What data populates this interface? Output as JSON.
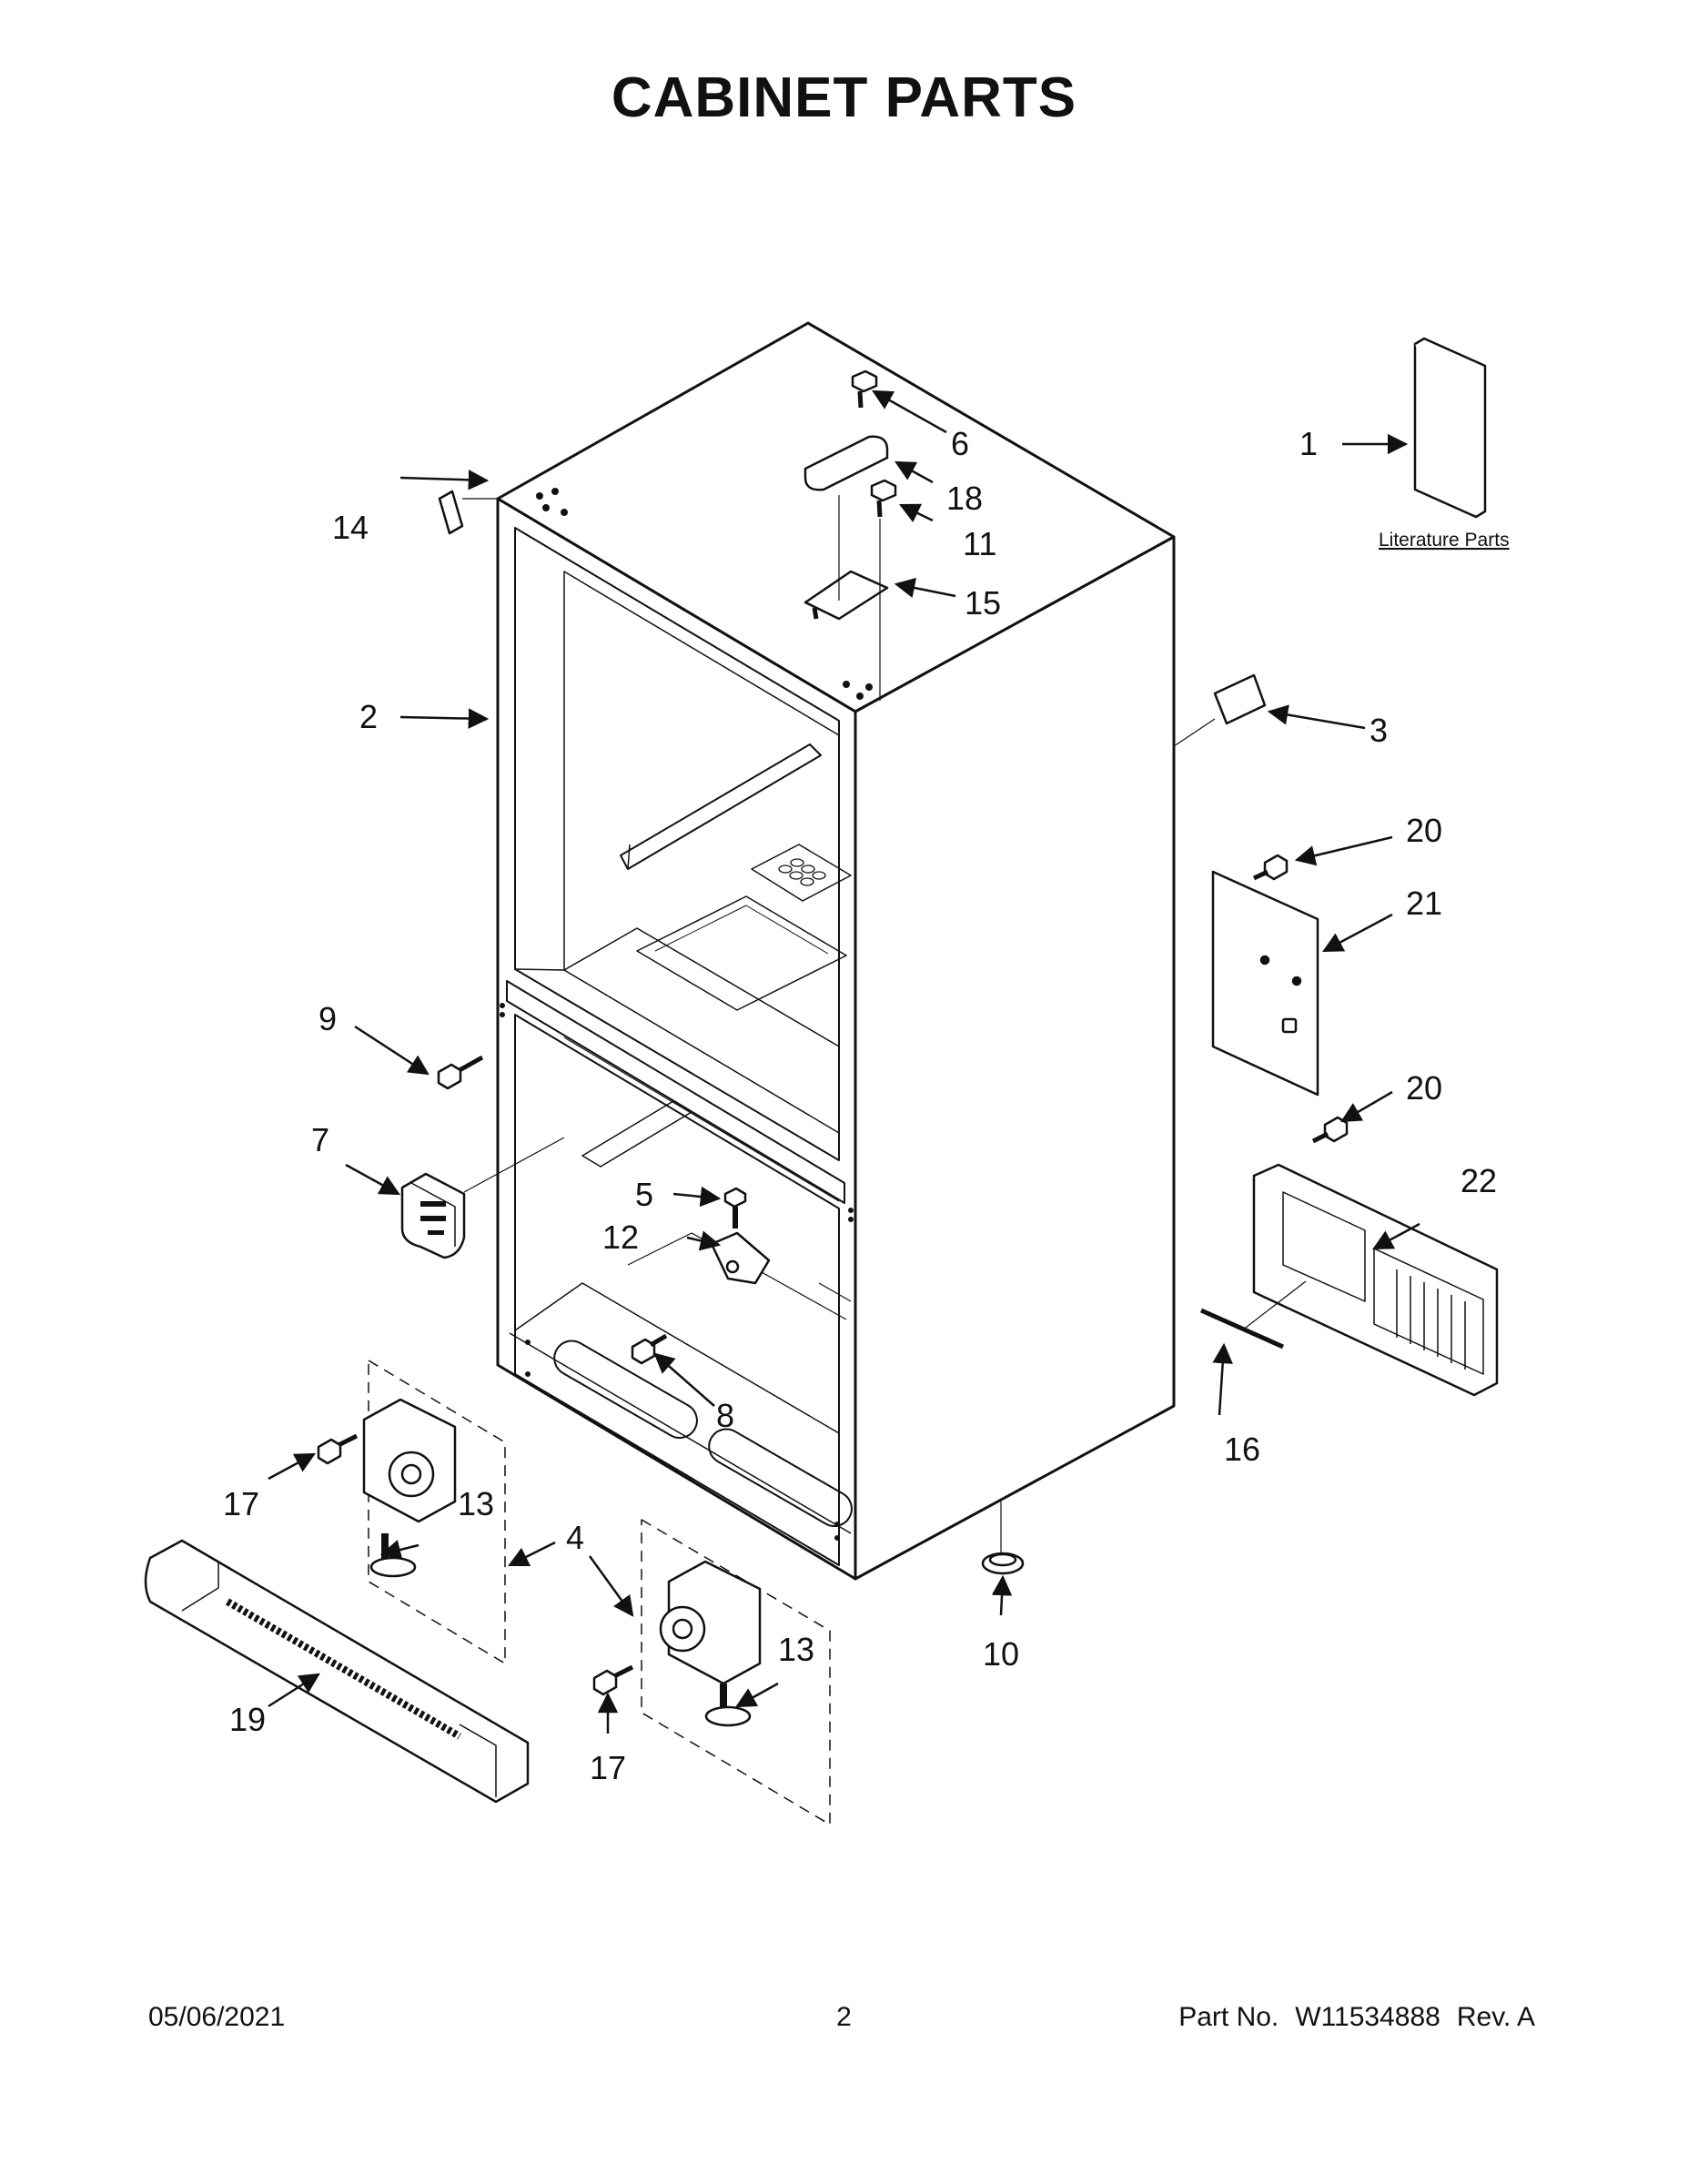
{
  "title": "CABINET PARTS",
  "literature_label": "Literature Parts",
  "callouts": [
    "1",
    "2",
    "3",
    "4",
    "5",
    "6",
    "7",
    "8",
    "9",
    "10",
    "11",
    "12",
    "13",
    "13",
    "14",
    "15",
    "16",
    "17",
    "17",
    "18",
    "19",
    "20",
    "20",
    "21",
    "22"
  ],
  "footer": {
    "date": "05/06/2021",
    "page": "2",
    "part_label": "Part No.",
    "part_number": "W11534888",
    "rev": "Rev. A"
  }
}
